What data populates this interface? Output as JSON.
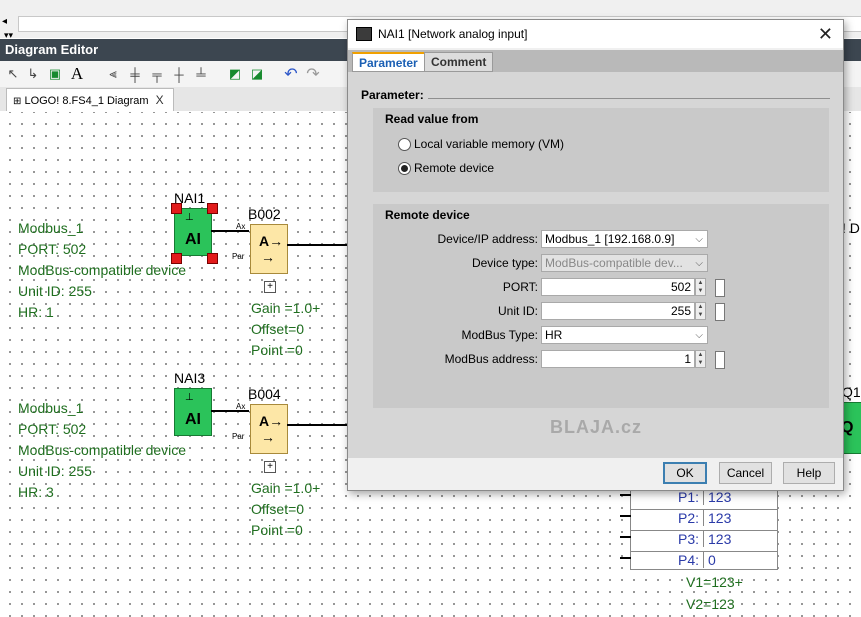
{
  "app": {
    "panel_title": "Diagram Editor",
    "doc_tab": "LOGO! 8.FS4_1 Diagram",
    "doc_tab_close": "X"
  },
  "canvas": {
    "nai1": {
      "name": "NAI1",
      "symbol": "AI",
      "lines": [
        "Modbus_1",
        "PORT: 502",
        "ModBus-compatible device",
        "Unit ID: 255",
        "HR: 1"
      ]
    },
    "b002": {
      "name": "B002",
      "pin_ax": "Ax",
      "pin_par": "Par",
      "top": "A→",
      "bottom": "→",
      "params": [
        "Gain =1.0+",
        "Offset=0",
        "Point =0"
      ]
    },
    "nai3": {
      "name": "NAI3",
      "symbol": "AI",
      "lines": [
        "Modbus_1",
        "PORT: 502",
        "ModBus-compatible device",
        "Unit ID: 255",
        "HR: 3"
      ]
    },
    "b004": {
      "name": "B004",
      "pin_ax": "Ax",
      "pin_par": "Par",
      "top": "A→",
      "bottom": "→",
      "params": [
        "Gain =1.0+",
        "Offset=0",
        "Point =0"
      ]
    },
    "expand": "+",
    "right_partial_text": "! D",
    "right_block_label": "Q1",
    "right_block_symbol": "Q",
    "table": [
      {
        "k": "P1:",
        "v": "123"
      },
      {
        "k": "P2:",
        "v": "123"
      },
      {
        "k": "P3:",
        "v": "123"
      },
      {
        "k": "P4:",
        "v": "0"
      }
    ],
    "v1": "V1=123+",
    "v2": "V2=123"
  },
  "dialog": {
    "title": "NAI1 [Network analog input]",
    "close": "✕",
    "tabs": [
      "Parameter",
      "Comment"
    ],
    "heading": "Parameter:",
    "read_section": "Read value from",
    "options": [
      {
        "label": "Local variable memory (VM)",
        "selected": false
      },
      {
        "label": "Remote device",
        "selected": true
      }
    ],
    "remote_section": "Remote device",
    "fields": {
      "device_ip_label": "Device/IP address:",
      "device_ip_value": "Modbus_1 [192.168.0.9]",
      "device_type_label": "Device type:",
      "device_type_value": "ModBus-compatible dev...",
      "port_label": "PORT:",
      "port_value": "502",
      "unit_id_label": "Unit ID:",
      "unit_id_value": "255",
      "modbus_type_label": "ModBus Type:",
      "modbus_type_value": "HR",
      "modbus_address_label": "ModBus address:",
      "modbus_address_value": "1"
    },
    "watermark": "BLAJA.cz",
    "buttons": {
      "ok": "OK",
      "cancel": "Cancel",
      "help": "Help"
    }
  }
}
